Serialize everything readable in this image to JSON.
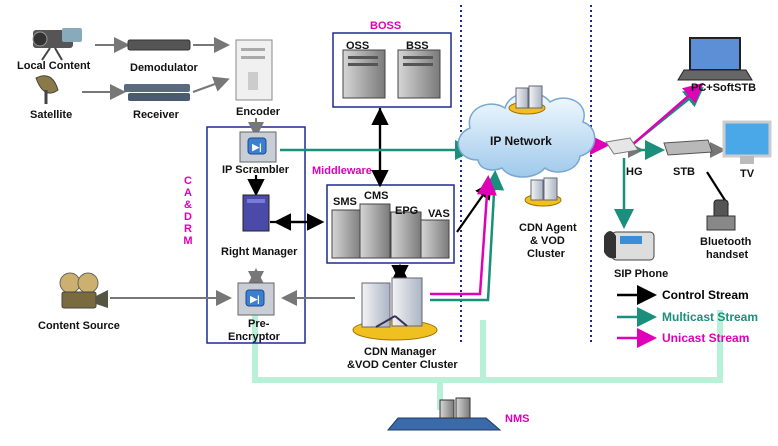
{
  "labels": {
    "local_content": "Local Content",
    "satellite": "Satellite",
    "demodulator": "Demodulator",
    "receiver": "Receiver",
    "encoder": "Encoder",
    "ip_scrambler": "IP Scrambler",
    "right_manager": "Right  Manager",
    "pre_encryptor_line1": "Pre-",
    "pre_encryptor_line2": "Encryptor",
    "content_source": "Content Source",
    "boss": "BOSS",
    "oss": "OSS",
    "bss": "BSS",
    "middleware": "Middleware",
    "sms": "SMS",
    "cms": "CMS",
    "epg": "EPG",
    "vas": "VAS",
    "cdn_manager_line1": "CDN Manager",
    "cdn_manager_line2": "&VOD Center Cluster",
    "ip_network": "IP Network",
    "cdn_agent_line1": "CDN Agent",
    "cdn_agent_line2": "& VOD",
    "cdn_agent_line3": "Cluster",
    "pc_softstb": "PC+SoftSTB",
    "hg": "HG",
    "stb": "STB",
    "tv": "TV",
    "bluetooth_line1": "Bluetooth",
    "bluetooth_line2": "handset",
    "sip_phone": "SIP Phone",
    "nms": "NMS"
  },
  "ca_drm": [
    "C",
    "A",
    "&",
    "D",
    "R",
    "M"
  ],
  "legend": [
    {
      "label": "Control Stream",
      "color": "#000000"
    },
    {
      "label": "Multicast Stream",
      "color": "#1a8f7c"
    },
    {
      "label": "Unicast Stream",
      "color": "#e000b8"
    }
  ],
  "colors": {
    "control": "#000000",
    "multicast": "#1a8f7c",
    "unicast": "#e000b8",
    "frame": "#1f2a8f",
    "nms_bus": "#b8f0d8",
    "divider": "#1f2a8f"
  }
}
